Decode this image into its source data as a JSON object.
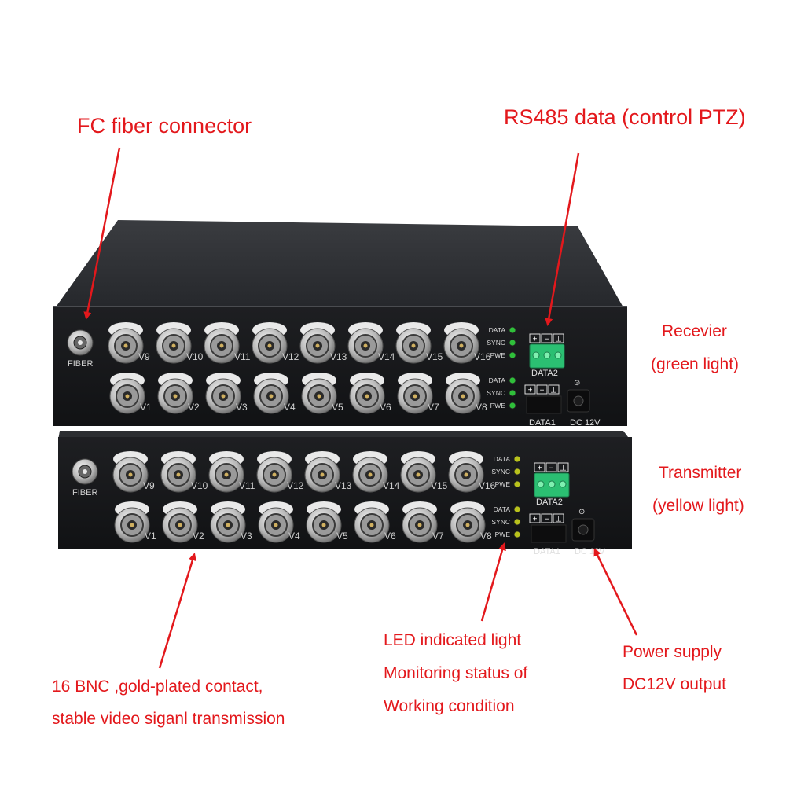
{
  "annotations": {
    "fc_connector": "FC fiber connector",
    "rs485": "RS485 data (control PTZ)",
    "receiver_line1": "Recevier",
    "receiver_line2": "(green light)",
    "transmitter_line1": "Transmitter",
    "transmitter_line2": "(yellow light)",
    "bnc_line1": "16 BNC ,gold-plated contact,",
    "bnc_line2": "stable video siganl transmission",
    "led_line1": "LED indicated light",
    "led_line2": "Monitoring status of",
    "led_line3": "Working condition",
    "power_line1": "Power supply",
    "power_line2": "DC12V output"
  },
  "panel": {
    "fiber": "FIBER",
    "led_data": "DATA",
    "led_sync": "SYNC",
    "led_pwe": "PWE",
    "data2": "DATA2",
    "data1": "DATA1",
    "dc": "DC 12V",
    "terminal_signs": [
      "+",
      "−",
      "⊥"
    ],
    "top_row_channels": [
      "V9",
      "V10",
      "V11",
      "V12",
      "V13",
      "V14",
      "V15",
      "V16"
    ],
    "bottom_row_channels": [
      "V1",
      "V2",
      "V3",
      "V4",
      "V5",
      "V6",
      "V7",
      "V8"
    ]
  },
  "colors": {
    "annotation": "#e3181c",
    "receiver_led": "#2fbf3a",
    "transmitter_led": "#b9c21c",
    "terminal_block": "#2bbf72",
    "panel": "#17181a"
  }
}
